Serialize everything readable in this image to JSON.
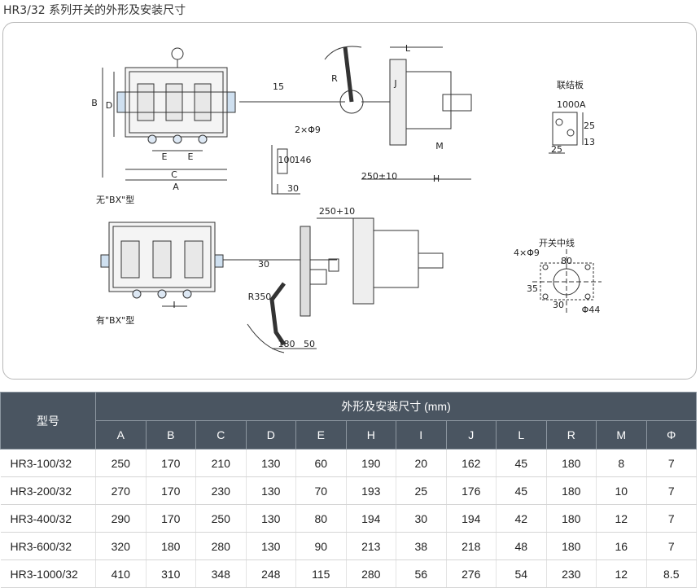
{
  "page_title": "HR3/32 系列开关的外形及安装尺寸",
  "drawing": {
    "label_no_bx": "无\"BX\"型",
    "label_with_bx": "有\"BX\"型",
    "label_link_plate": "联结板",
    "label_1000a": "1000A",
    "label_switch_centerline": "开关中线",
    "dims": {
      "A": "A",
      "B": "B",
      "C": "C",
      "D": "D",
      "E1": "E",
      "E2": "E",
      "I": "I",
      "J": "J",
      "L": "L",
      "R": "R",
      "H": "H",
      "M": "M",
      "d15": "15",
      "d2phi9": "2×Φ9",
      "d100": "100",
      "d146": "146",
      "d30a": "30",
      "d250_10a": "250±10",
      "d250_10b": "250+10",
      "d30b": "30",
      "dR350": "R350",
      "d180": "180",
      "d50": "50",
      "d4phi9": "4×Φ9",
      "d80": "80",
      "d35": "35",
      "d30c": "30",
      "dphi44": "Φ44",
      "d25a": "25",
      "d25b": "25",
      "d13": "13"
    }
  },
  "table": {
    "model_header": "型号",
    "group_header": "外形及安装尺寸 (mm)",
    "columns": [
      "A",
      "B",
      "C",
      "D",
      "E",
      "H",
      "I",
      "J",
      "L",
      "R",
      "M",
      "Φ"
    ],
    "rows": [
      [
        "HR3-100/32",
        "250",
        "170",
        "210",
        "130",
        "60",
        "190",
        "20",
        "162",
        "45",
        "180",
        "8",
        "7"
      ],
      [
        "HR3-200/32",
        "270",
        "170",
        "230",
        "130",
        "70",
        "193",
        "25",
        "176",
        "45",
        "180",
        "10",
        "7"
      ],
      [
        "HR3-400/32",
        "290",
        "170",
        "250",
        "130",
        "80",
        "194",
        "30",
        "194",
        "42",
        "180",
        "12",
        "7"
      ],
      [
        "HR3-600/32",
        "320",
        "180",
        "280",
        "130",
        "90",
        "213",
        "38",
        "218",
        "48",
        "180",
        "16",
        "7"
      ],
      [
        "HR3-1000/32",
        "410",
        "310",
        "348",
        "248",
        "115",
        "280",
        "56",
        "276",
        "54",
        "230",
        "12",
        "8.5"
      ]
    ]
  }
}
